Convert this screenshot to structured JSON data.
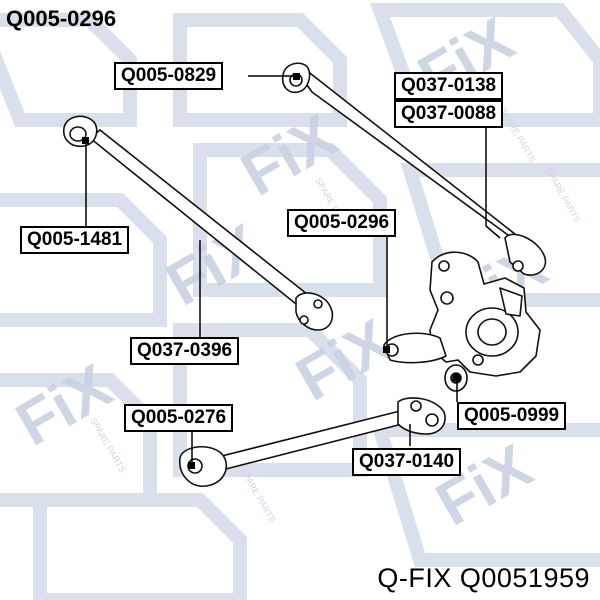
{
  "header": {
    "part_number": "Q005-0296"
  },
  "footer": {
    "brand_part": "Q-FIX Q0051959"
  },
  "watermark": {
    "text": "FiX",
    "subtext": "SPARE PARTS",
    "color": "#c9d2e3"
  },
  "callouts": {
    "q005_0829": "Q005-0829",
    "q037_0138": "Q037-0138",
    "q037_0088": "Q037-0088",
    "q005_1481": "Q005-1481",
    "q005_0296": "Q005-0296",
    "q037_0396": "Q037-0396",
    "q005_0276": "Q005-0276",
    "q005_0999": "Q005-0999",
    "q037_0140": "Q037-0140"
  }
}
